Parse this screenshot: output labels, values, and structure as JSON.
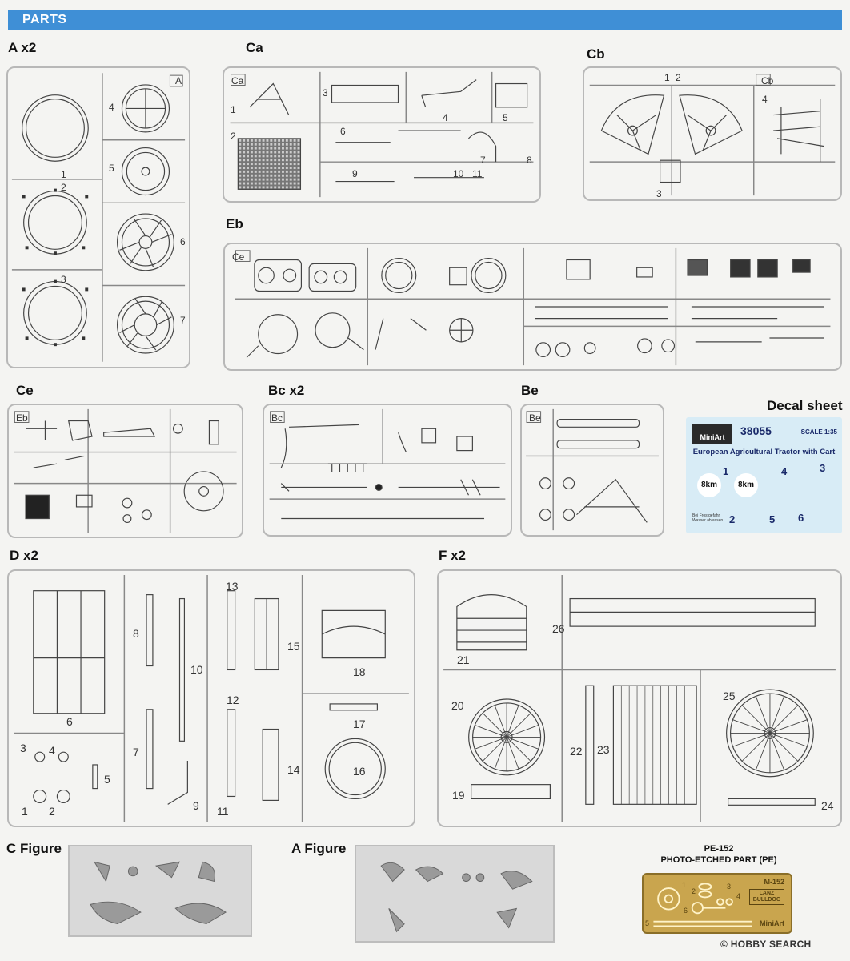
{
  "header": {
    "title": "PARTS"
  },
  "sprues": {
    "a": {
      "label": "A x2",
      "tag": "A",
      "numbers": [
        "4",
        "5",
        "6",
        "7",
        "1",
        "2",
        "3"
      ]
    },
    "ca": {
      "label": "Ca",
      "tag": "Ca",
      "numbers": [
        "1",
        "2",
        "3",
        "4",
        "5",
        "6",
        "7",
        "8",
        "9",
        "10",
        "11"
      ]
    },
    "cb": {
      "label": "Cb",
      "tag": "Cb",
      "numbers": [
        "1",
        "2",
        "3",
        "4"
      ]
    },
    "eb": {
      "label": "Eb",
      "tag": "Ce"
    },
    "ce": {
      "label": "Ce",
      "tag": "Eb"
    },
    "bc": {
      "label": "Bc x2",
      "tag": "Bc"
    },
    "be": {
      "label": "Be",
      "tag": "Be"
    },
    "d": {
      "label": "D x2",
      "numbers": [
        "8",
        "10",
        "13",
        "12",
        "15",
        "18",
        "17",
        "6",
        "3",
        "4",
        "7",
        "5",
        "14",
        "16",
        "1",
        "2",
        "9",
        "11"
      ]
    },
    "f": {
      "label": "F x2",
      "numbers": [
        "26",
        "21",
        "20",
        "22",
        "23",
        "25",
        "19",
        "24"
      ]
    },
    "c_figure": {
      "label": "C  Figure"
    },
    "a_figure": {
      "label": "A  Figure"
    }
  },
  "decal": {
    "label": "Decal sheet",
    "brand": "MiniArt",
    "code": "38055",
    "scale": "SCALE 1:35",
    "title": "European  Agricultural Tractor with Cart",
    "km1": "8km",
    "km2": "8km",
    "n1": "1",
    "n2": "2",
    "n3": "3",
    "n4": "4",
    "n5": "5",
    "n6": "6",
    "warning": "Bei Frostgefahr Wasser ablassen"
  },
  "pe": {
    "title_line1": "PE-152",
    "title_line2": "PHOTO-ETCHED PART (PE)",
    "code": "M-152",
    "plate": "LANZ BULLDOG",
    "brand": "MiniArt",
    "numbers": [
      "1",
      "2",
      "3",
      "4",
      "5",
      "6"
    ]
  },
  "watermark": "© HOBBY SEARCH"
}
